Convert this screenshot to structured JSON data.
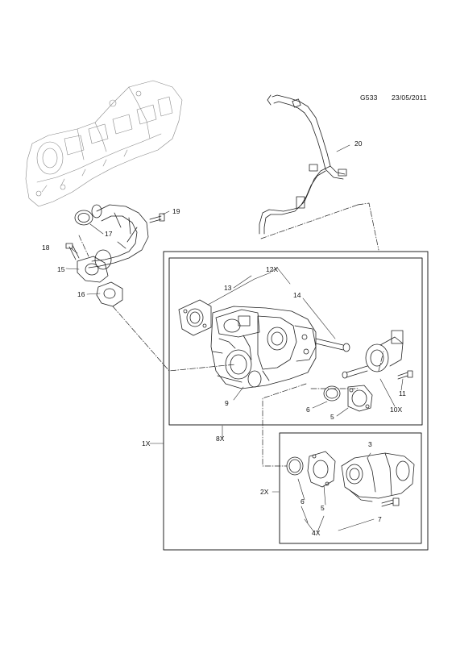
{
  "header": {
    "code": "G533",
    "date": "23/05/2011"
  },
  "callouts": {
    "c20": "20",
    "c19": "19",
    "c17": "17",
    "c18": "18",
    "c15": "15",
    "c16": "16",
    "c12x": "12X",
    "c13": "13",
    "c14": "14",
    "c9": "9",
    "c6a": "6",
    "c5a": "5",
    "c11": "11",
    "c10x": "10X",
    "c8x": "8X",
    "c1x": "1X",
    "c3": "3",
    "c2x": "2X",
    "c6b": "6",
    "c5b": "5",
    "c4x": "4X",
    "c7": "7"
  }
}
